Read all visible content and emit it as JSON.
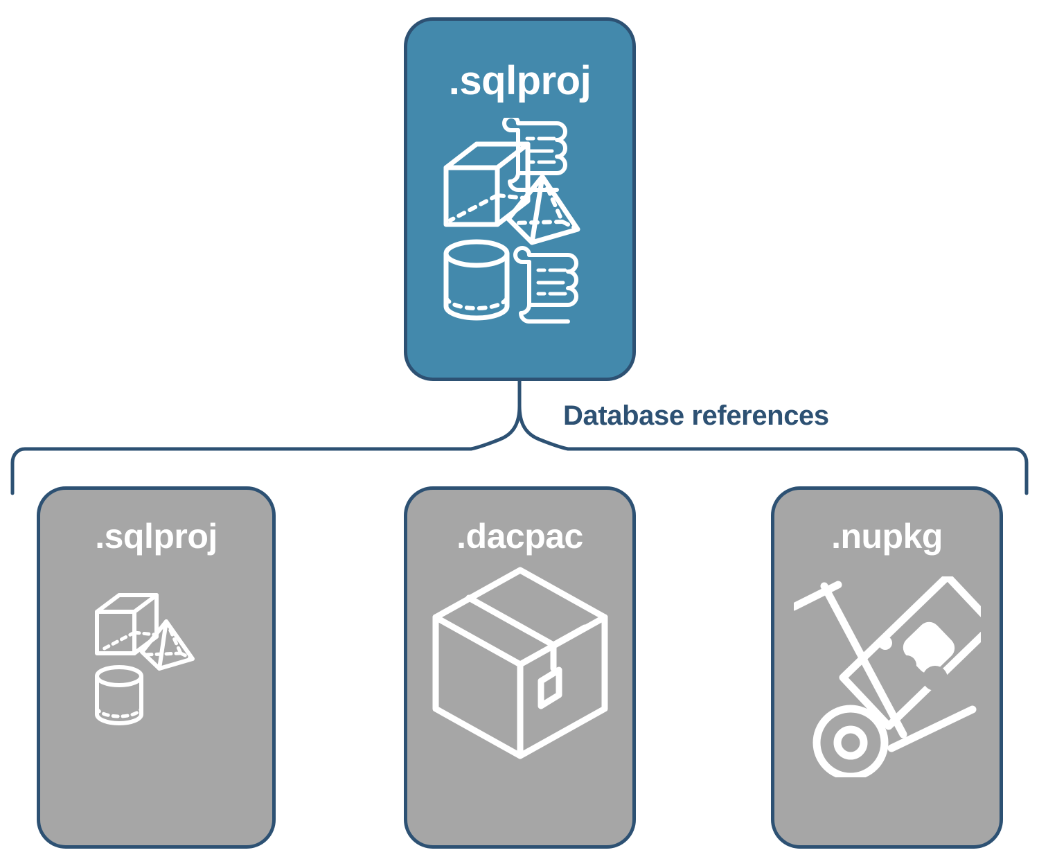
{
  "diagram": {
    "title_text": "Database references",
    "background_color": "#ffffff",
    "accent_color": "#4389ac",
    "outline_color": "#2d5173",
    "muted_color": "#a6a6a6",
    "icon_color": "#ffffff"
  },
  "root_node": {
    "label": ".sqlproj",
    "fill": "#4389ac",
    "icons": [
      "cube-icon",
      "scroll-icon",
      "pyramid-icon",
      "cylinder-icon",
      "scroll-icon"
    ]
  },
  "connector": {
    "label": "Database references",
    "color": "#2d5173",
    "style": "curly-brace"
  },
  "reference_nodes": [
    {
      "label": ".sqlproj",
      "fill": "#a6a6a6",
      "icons": [
        "cube-icon",
        "pyramid-icon",
        "cylinder-icon"
      ]
    },
    {
      "label": ".dacpac",
      "fill": "#a6a6a6",
      "icons": [
        "package-box-icon"
      ]
    },
    {
      "label": ".nupkg",
      "fill": "#a6a6a6",
      "icons": [
        "hand-truck-icon"
      ]
    }
  ]
}
